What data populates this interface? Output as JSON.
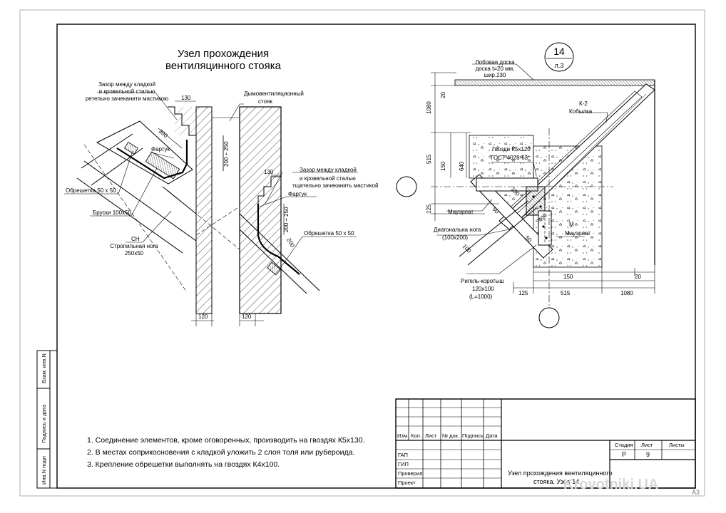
{
  "title": {
    "line1": "Узел  прохождения",
    "line2": "вентиляцинного стояка"
  },
  "left_drawing": {
    "callout_gap_top": [
      "Зазор между кладкой",
      "и кровельной сталью",
      "ретельно зачеканити  мастикою"
    ],
    "callout_chimney": [
      "Дымовентиляционный",
      "стояк"
    ],
    "callout_gap_right": [
      "Зазор между кладкой",
      "и кровельной сталью",
      "тщательно зачеканить мастикой"
    ],
    "fartuk_left": "Фартук",
    "fartuk_right": "Фартук",
    "obreshetka_left": "Обрешетка 50 х 50",
    "obreshetka_right": "Обрешетка 50 х 50",
    "bruski": "Бруски 100х50",
    "sn_label": "СН",
    "rafter": [
      "Стропильная нога",
      "250х50"
    ],
    "dim_130_top": "130",
    "dim_130_right": "130",
    "dim_300": "300",
    "dim_200_250_a": "200 ÷ 250",
    "dim_200_250_b": "200 ÷ 250",
    "dim_200": "200",
    "dim_120_a": "120",
    "dim_120_b": "120"
  },
  "right_drawing": {
    "node_number": "14",
    "node_sheet": "л.3",
    "lobovaya": [
      "Лобовая доска",
      "доска t=20 мм,",
      "шир.230"
    ],
    "k2": [
      "К-2",
      "Кобылка"
    ],
    "gvozdi": [
      "Гвозди К5х120",
      "ГОСТ 4028-63*"
    ],
    "mauerlat_left": "Мауэрлат",
    "mauerlat_right": "Мауэрлат",
    "m_label": "М",
    "diag": [
      "Диагональна нога",
      "(100х200)"
    ],
    "rigel": [
      "Ригель-коротыш",
      "120х100",
      "(L=1000)"
    ],
    "dims_left": [
      "1080",
      "20",
      "515",
      "150",
      "640",
      "125"
    ],
    "dims_bottom": [
      "125",
      "515",
      "1080"
    ],
    "dim_150_bottom": "150",
    "dim_20_bottom": "20",
    "dim_100_a": "100",
    "dim_100_b": "100",
    "dim_50_a": "50",
    "dim_50_b": "50",
    "dim_400": "400"
  },
  "notes": [
    "1. Соединение элементов, кроме оговоренных, производить на гвоздях К5х130.",
    "2. В местах соприкосновения с кладкой уложить 2 слоя толя или рубероида.",
    "3. Крепление обрешетки выполнять на гвоздях К4х100."
  ],
  "side_block": {
    "vzam": "Взам. инв.N",
    "podpis": "Подпись и дата",
    "inv": "Инв.N подл"
  },
  "title_block": {
    "cols": [
      "Изм.",
      "Кол.",
      "Лист",
      "№ док.",
      "Подпись",
      "Дата"
    ],
    "rows": [
      "ГАП",
      "ГИП",
      "Проверил",
      "Проект"
    ],
    "stadia_h": "Стадия",
    "list_h": "Лист",
    "listy_h": "Листы",
    "stadia_v": "Р",
    "list_v": "9",
    "name_line1": "Узел прохождения вентиляцинного",
    "name_line2": "стояка. Узел 14."
  },
  "format": "А3",
  "watermark": "Krovotniki.UA"
}
